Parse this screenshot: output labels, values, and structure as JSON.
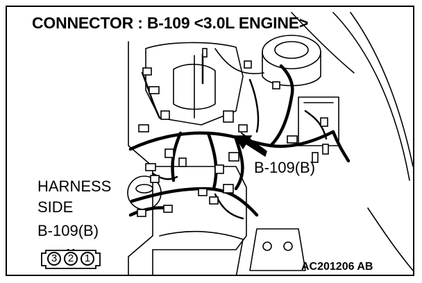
{
  "title": "CONNECTOR : B-109 <3.0L ENGINE>",
  "callout_label": "B-109(B)",
  "side_label": {
    "line1": "HARNESS",
    "line2": "SIDE",
    "line3": "B-109(B)"
  },
  "pins": [
    "3",
    "2",
    "1"
  ],
  "figure_code": "AC201206 AB"
}
